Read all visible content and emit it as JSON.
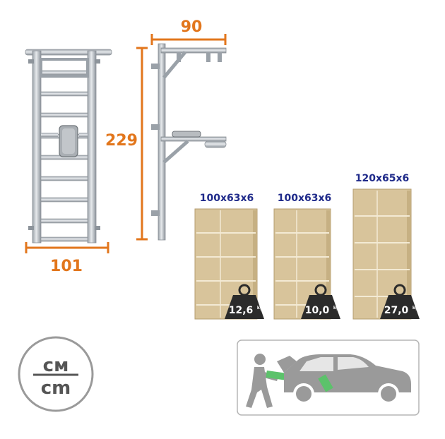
{
  "dimensions": {
    "width": "101",
    "depth": "90",
    "height": "229"
  },
  "packages": [
    {
      "size": "100x63x6",
      "weight": "12,6",
      "unit": "kg"
    },
    {
      "size": "100x63x6",
      "weight": "10,0",
      "unit": "kg"
    },
    {
      "size": "120x65x6",
      "weight": "27,0",
      "unit": "kg"
    }
  ],
  "units_badge": {
    "top": "см",
    "bottom": "cm"
  },
  "colors": {
    "dimension": "#e2761c",
    "label": "#1f2a8a",
    "cardboard": "#d8c49b",
    "weight": "#2b2b2b",
    "figure": "#9a9a9a",
    "frame": "#c9ced3",
    "highlight": "#5cc26b"
  }
}
